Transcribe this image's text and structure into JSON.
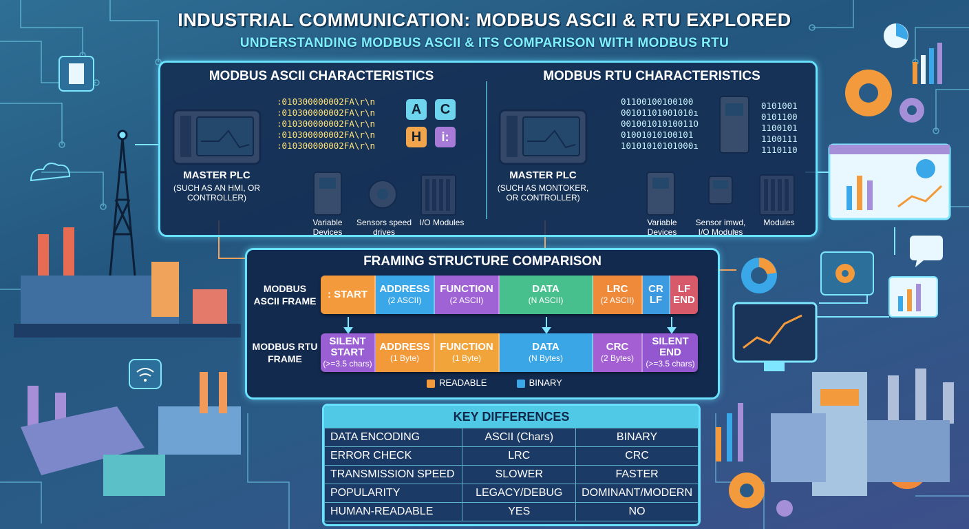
{
  "header": {
    "title": "INDUSTRIAL COMMUNICATION: MODBUS ASCII & RTU EXPLORED",
    "subtitle": "UNDERSTANDING MODBUS ASCII & ITS COMPARISON WITH MODBUS RTU"
  },
  "ascii_panel": {
    "title": "MODBUS ASCII CHARACTERISTICS",
    "hex_lines": [
      ":010300000002FA\\r\\n",
      ":010300000002FA\\r\\n",
      ":010300000002FA\\r\\n",
      ":010300000002FA\\r\\n",
      ":010300000002FA\\r\\n"
    ],
    "letters": [
      "A",
      "C",
      "H",
      "i:"
    ],
    "master_title": "MASTER PLC",
    "master_sub": "(SUCH AS AN HMI, OR CONTROLLER)",
    "devices": [
      {
        "label": "Variable Devices"
      },
      {
        "label": "Sensors speed drives"
      },
      {
        "label": "I/O Modules"
      }
    ]
  },
  "rtu_panel": {
    "title": "MODBUS RTU CHARACTERISTICS",
    "bin_lines": [
      "01100100100100",
      "00101101001010ı",
      "00100101010011O",
      "01001010100101",
      "10101010101000ı"
    ],
    "bin_lines_right": [
      "0101001",
      "0101100",
      "1100101",
      "1100111",
      "1110110"
    ],
    "master_title": "MASTER PLC",
    "master_sub": "(SUCH AS MONTOKER, OR CONTROLLER)",
    "devices": [
      {
        "label": "Variable Devices"
      },
      {
        "label": "Sensor imwd, I/O Modulɐs"
      },
      {
        "label": "Modules"
      }
    ]
  },
  "framing": {
    "title": "FRAMING STRUCTURE COMPARISON",
    "ascii_label": "MODBUS ASCII FRAME",
    "rtu_label": "MODBUS RTU FRAME",
    "ascii_segments": [
      {
        "name": ": START",
        "sub": "",
        "color": "#f39a3c"
      },
      {
        "name": "ADDRESS",
        "sub": "(2 ASCII)",
        "color": "#3aa7e8"
      },
      {
        "name": "FUNCTION",
        "sub": "(2 ASCII)",
        "color": "#a063d6"
      },
      {
        "name": "DATA",
        "sub": "(N ASCII)",
        "color": "#48c08e"
      },
      {
        "name": "LRC",
        "sub": "(2 ASCII)",
        "color": "#ee8a3a"
      },
      {
        "name": "CR LF",
        "sub": "",
        "color": "#3c9be0"
      },
      {
        "name": "LF END",
        "sub": "",
        "color": "#d65a6a"
      }
    ],
    "rtu_segments": [
      {
        "name": "SILENT START",
        "sub": "(>=3.5 chars)",
        "color": "#9b5fd4"
      },
      {
        "name": "ADDRESS",
        "sub": "(1 Byte)",
        "color": "#f29a3a"
      },
      {
        "name": "FUNCTION",
        "sub": "(1 Byte)",
        "color": "#f0a43a"
      },
      {
        "name": "DATA",
        "sub": "(N Bytes)",
        "color": "#3ba6e6"
      },
      {
        "name": "CRC",
        "sub": "(2 Bytes)",
        "color": "#a45fd2"
      },
      {
        "name": "SILENT END",
        "sub": "(>=3.5 chars)",
        "color": "#9358cf"
      }
    ],
    "legend": [
      {
        "label": "READABLE",
        "color": "#f39a3c"
      },
      {
        "label": "BINARY",
        "color": "#3aa7e8"
      }
    ]
  },
  "key_differences": {
    "title": "KEY DIFFERENCES",
    "rows": [
      [
        "DATA ENCODING",
        "ASCII (Chars)",
        "BINARY"
      ],
      [
        "ERROR CHECK",
        "LRC",
        "CRC"
      ],
      [
        "TRANSMISSION SPEED",
        "SLOWER",
        "FASTER"
      ],
      [
        "POPULARITY",
        "LEGACY/DEBUG",
        "DOMINANT/MODERN"
      ],
      [
        "HUMAN-READABLE",
        "YES",
        "NO"
      ]
    ]
  }
}
